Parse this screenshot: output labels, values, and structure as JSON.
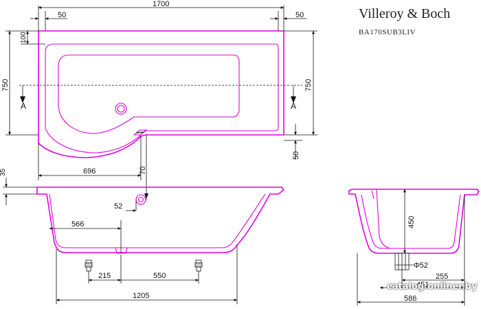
{
  "brand": "Villeroy & Boch",
  "model": "BA170SUB3LIV",
  "watermark": "catalog.onliner.by",
  "colors": {
    "outline": "#e100e1",
    "dimension": "#111111"
  },
  "dims": {
    "total_length": "1700",
    "rim_left": "50",
    "rim_right": "50",
    "rim_top": "100",
    "height_left": "750",
    "height_right": "750",
    "bottom_offset": "50",
    "section_a_left": "A",
    "section_a_right": "A",
    "cutout_length": "696",
    "cutout_depth": "70",
    "rim_thickness": "35",
    "drain_offset": "52",
    "drain_position": "566",
    "foot_offset": "215",
    "foot_spacing": "550",
    "base_length": "1205",
    "inner_depth": "450",
    "drain_diameter": "Φ52",
    "side_offset_1": "255",
    "side_offset_2": "451",
    "side_width": "586"
  }
}
